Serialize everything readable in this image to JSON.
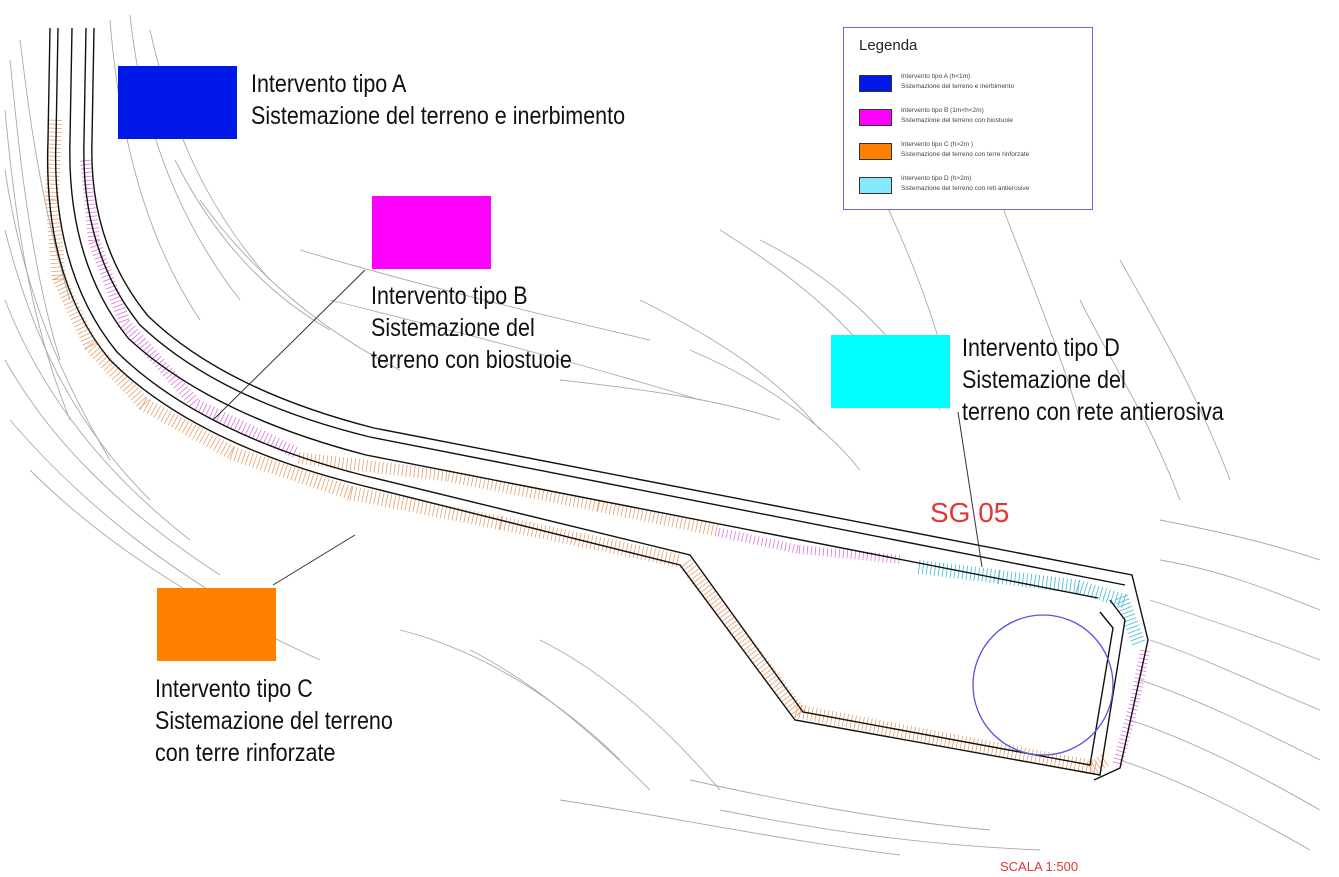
{
  "colors": {
    "type_a": "#0019e8",
    "type_b": "#ff00ff",
    "type_c": "#ff8000",
    "type_d": "#00ffff",
    "legend_d": "#86e8ff",
    "legend_border": "#6b6bd6",
    "hatch_c": "#e8a06a",
    "hatch_b": "#e070e0",
    "hatch_d": "#40b8d8",
    "contour": "#a9a9a9",
    "road": "#111111",
    "accent_red": "#e53535",
    "circle": "#5555dd"
  },
  "callouts": {
    "a": {
      "line1": "Intervento tipo A",
      "line2": "Sistemazione del terreno e inerbimento"
    },
    "b": {
      "line1": "Intervento tipo B",
      "line2": "Sistemazione del",
      "line3": "terreno con biostuoie"
    },
    "c": {
      "line1": "Intervento tipo C",
      "line2": "Sistemazione del terreno",
      "line3": "con terre rinforzate"
    },
    "d": {
      "line1": "Intervento tipo D",
      "line2": "Sistemazione del",
      "line3": "terreno con rete antierosiva"
    }
  },
  "legend": {
    "title": "Legenda",
    "items": [
      {
        "line1": "Intervento tipo A (h<1m)",
        "line2": "Sistemazione del terreno e inerbimento",
        "color_key": "type_a"
      },
      {
        "line1": "Intervento tipo B (1m<h<2m)",
        "line2": "Sistemazione del terreno con biostuoie",
        "color_key": "type_b"
      },
      {
        "line1": "Intervento tipo C (h>2m )",
        "line2": "Sistemazione del terreno con terre rinforzate",
        "color_key": "type_c"
      },
      {
        "line1": "Intervento tipo D (h>2m)",
        "line2": "Sistemazione del terreno con reti antierosive",
        "color_key": "legend_d"
      }
    ]
  },
  "site_code": "SG 05",
  "scale": "SCALA 1:500"
}
